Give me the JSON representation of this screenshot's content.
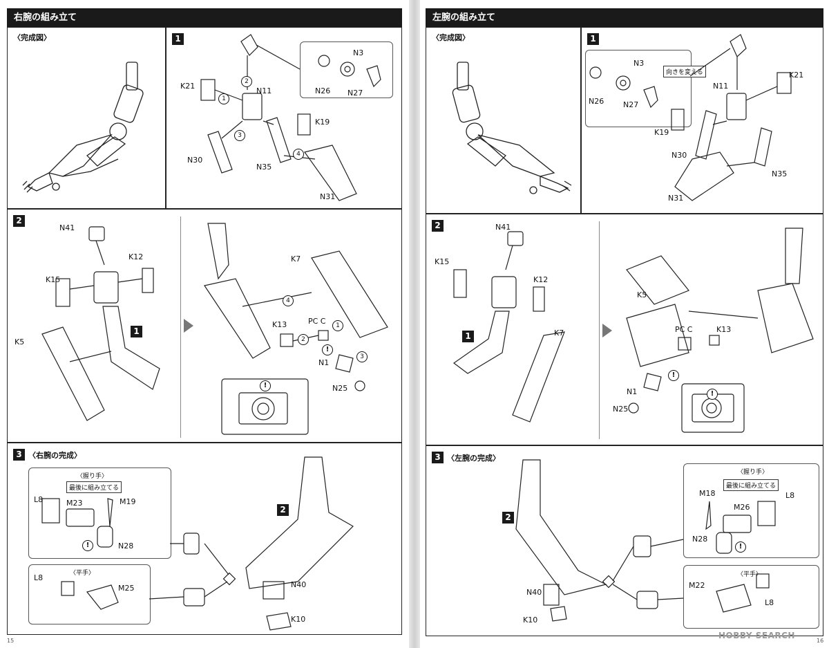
{
  "left_page": {
    "header": "右腕の組み立て",
    "completed_title": "〈完成図〉",
    "step1": {
      "num": "1",
      "labels": [
        "K21",
        "N11",
        "N3",
        "N26",
        "N27",
        "K19",
        "N30",
        "N35",
        "N31"
      ]
    },
    "step2": {
      "num": "2",
      "labels": [
        "N41",
        "K12",
        "K15",
        "K5",
        "K7",
        "K13",
        "PC C",
        "N1",
        "N25"
      ],
      "ref": "1"
    },
    "step3": {
      "num": "3",
      "title": "〈右腕の完成〉",
      "ref": "2",
      "grip": {
        "title": "〈握り手〉",
        "note": "最後に組み立てる",
        "labels": [
          "L8",
          "M23",
          "M19",
          "N28"
        ]
      },
      "flat": {
        "title": "〈平手〉",
        "labels": [
          "L8",
          "M25"
        ]
      },
      "bottom_labels": [
        "N40",
        "K10"
      ]
    },
    "page_number": "15",
    "circle_nums": [
      "1",
      "2",
      "3",
      "4"
    ]
  },
  "right_page": {
    "header": "左腕の組み立て",
    "completed_title": "〈完成図〉",
    "step1": {
      "num": "1",
      "note": "向きを変える",
      "labels": [
        "N3",
        "N26",
        "N27",
        "N11",
        "K21",
        "K19",
        "N30",
        "N35",
        "N31"
      ]
    },
    "step2": {
      "num": "2",
      "labels": [
        "N41",
        "K15",
        "K12",
        "K5",
        "K7",
        "K13",
        "PC C",
        "N1",
        "N25"
      ],
      "ref": "1"
    },
    "step3": {
      "num": "3",
      "title": "〈左腕の完成〉",
      "ref": "2",
      "grip": {
        "title": "〈握り手〉",
        "note": "最後に組み立てる",
        "labels": [
          "M18",
          "M26",
          "L8",
          "N28"
        ]
      },
      "flat": {
        "title": "〈平手〉",
        "labels": [
          "M22",
          "L8"
        ]
      },
      "bottom_labels": [
        "N40",
        "K10"
      ]
    },
    "page_number": "16"
  },
  "watermark": "HOBBY SEARCH"
}
